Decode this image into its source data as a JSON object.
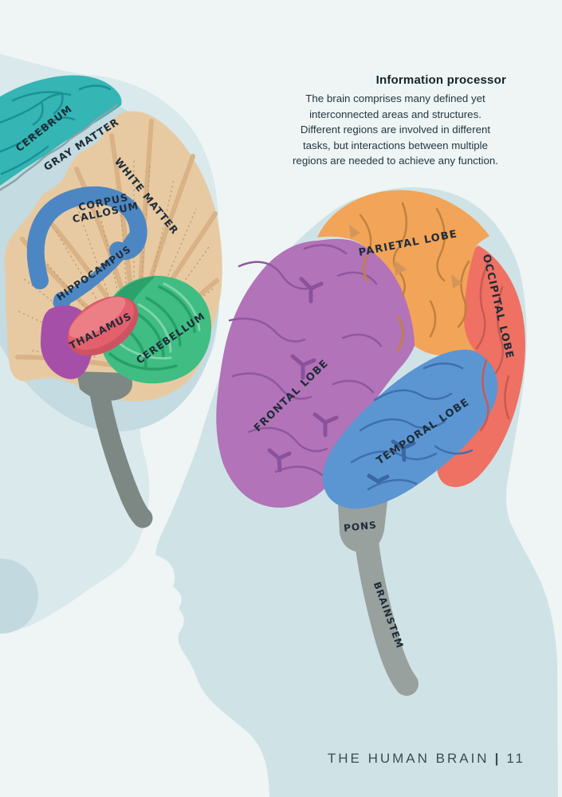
{
  "info_box": {
    "title": "Information processor",
    "lines": [
      "The brain comprises many defined yet",
      "interconnected areas and structures.",
      "Different regions are involved in different",
      "tasks, but interactions between multiple",
      "regions are needed to achieve any function."
    ]
  },
  "sagittal_view": {
    "labels": {
      "cerebrum": "CEREBRUM",
      "gray_matter": "GRAY MATTER",
      "white_matter": "WHITE MATTER",
      "corpus_callosum_line1": "CORPUS",
      "corpus_callosum_line2": "CALLOSUM",
      "hippocampus": "HIPPOCAMPUS",
      "thalamus": "THALAMUS",
      "cerebellum": "CEREBELLUM"
    }
  },
  "lateral_view": {
    "labels": {
      "frontal_lobe": "FRONTAL LOBE",
      "parietal_lobe": "PARIETAL LOBE",
      "occipital_lobe": "OCCIPITAL LOBE",
      "temporal_lobe": "TEMPORAL LOBE",
      "pons": "PONS",
      "brainstem": "BRAINSTEM"
    }
  },
  "footer": {
    "book_title": "THE HUMAN BRAIN",
    "separator": "|",
    "page_number": "11"
  },
  "colors": {
    "background": "#eef5f4",
    "sagittal_backdrop": "#d9e9ec",
    "inner_band": "#c3dbe1",
    "head_silhouette": "#cfe3e6",
    "cerebrum_teal": "#35b5b3",
    "cortex_tan": "#e8caa2",
    "corpus_callosum_blue": "#4d87c3",
    "thalamus_red": "#e2616d",
    "midbrain_purple": "#a64fa9",
    "cerebellum_green": "#3fbd82",
    "left_stem_gray": "#7d8884",
    "right_stem_gray": "#98a19e",
    "frontal_purple": "#b273b8",
    "parietal_orange": "#f2a458",
    "occipital_salmon": "#ee7164",
    "temporal_blue": "#5b96d3",
    "label_text": "#1e2c38"
  }
}
